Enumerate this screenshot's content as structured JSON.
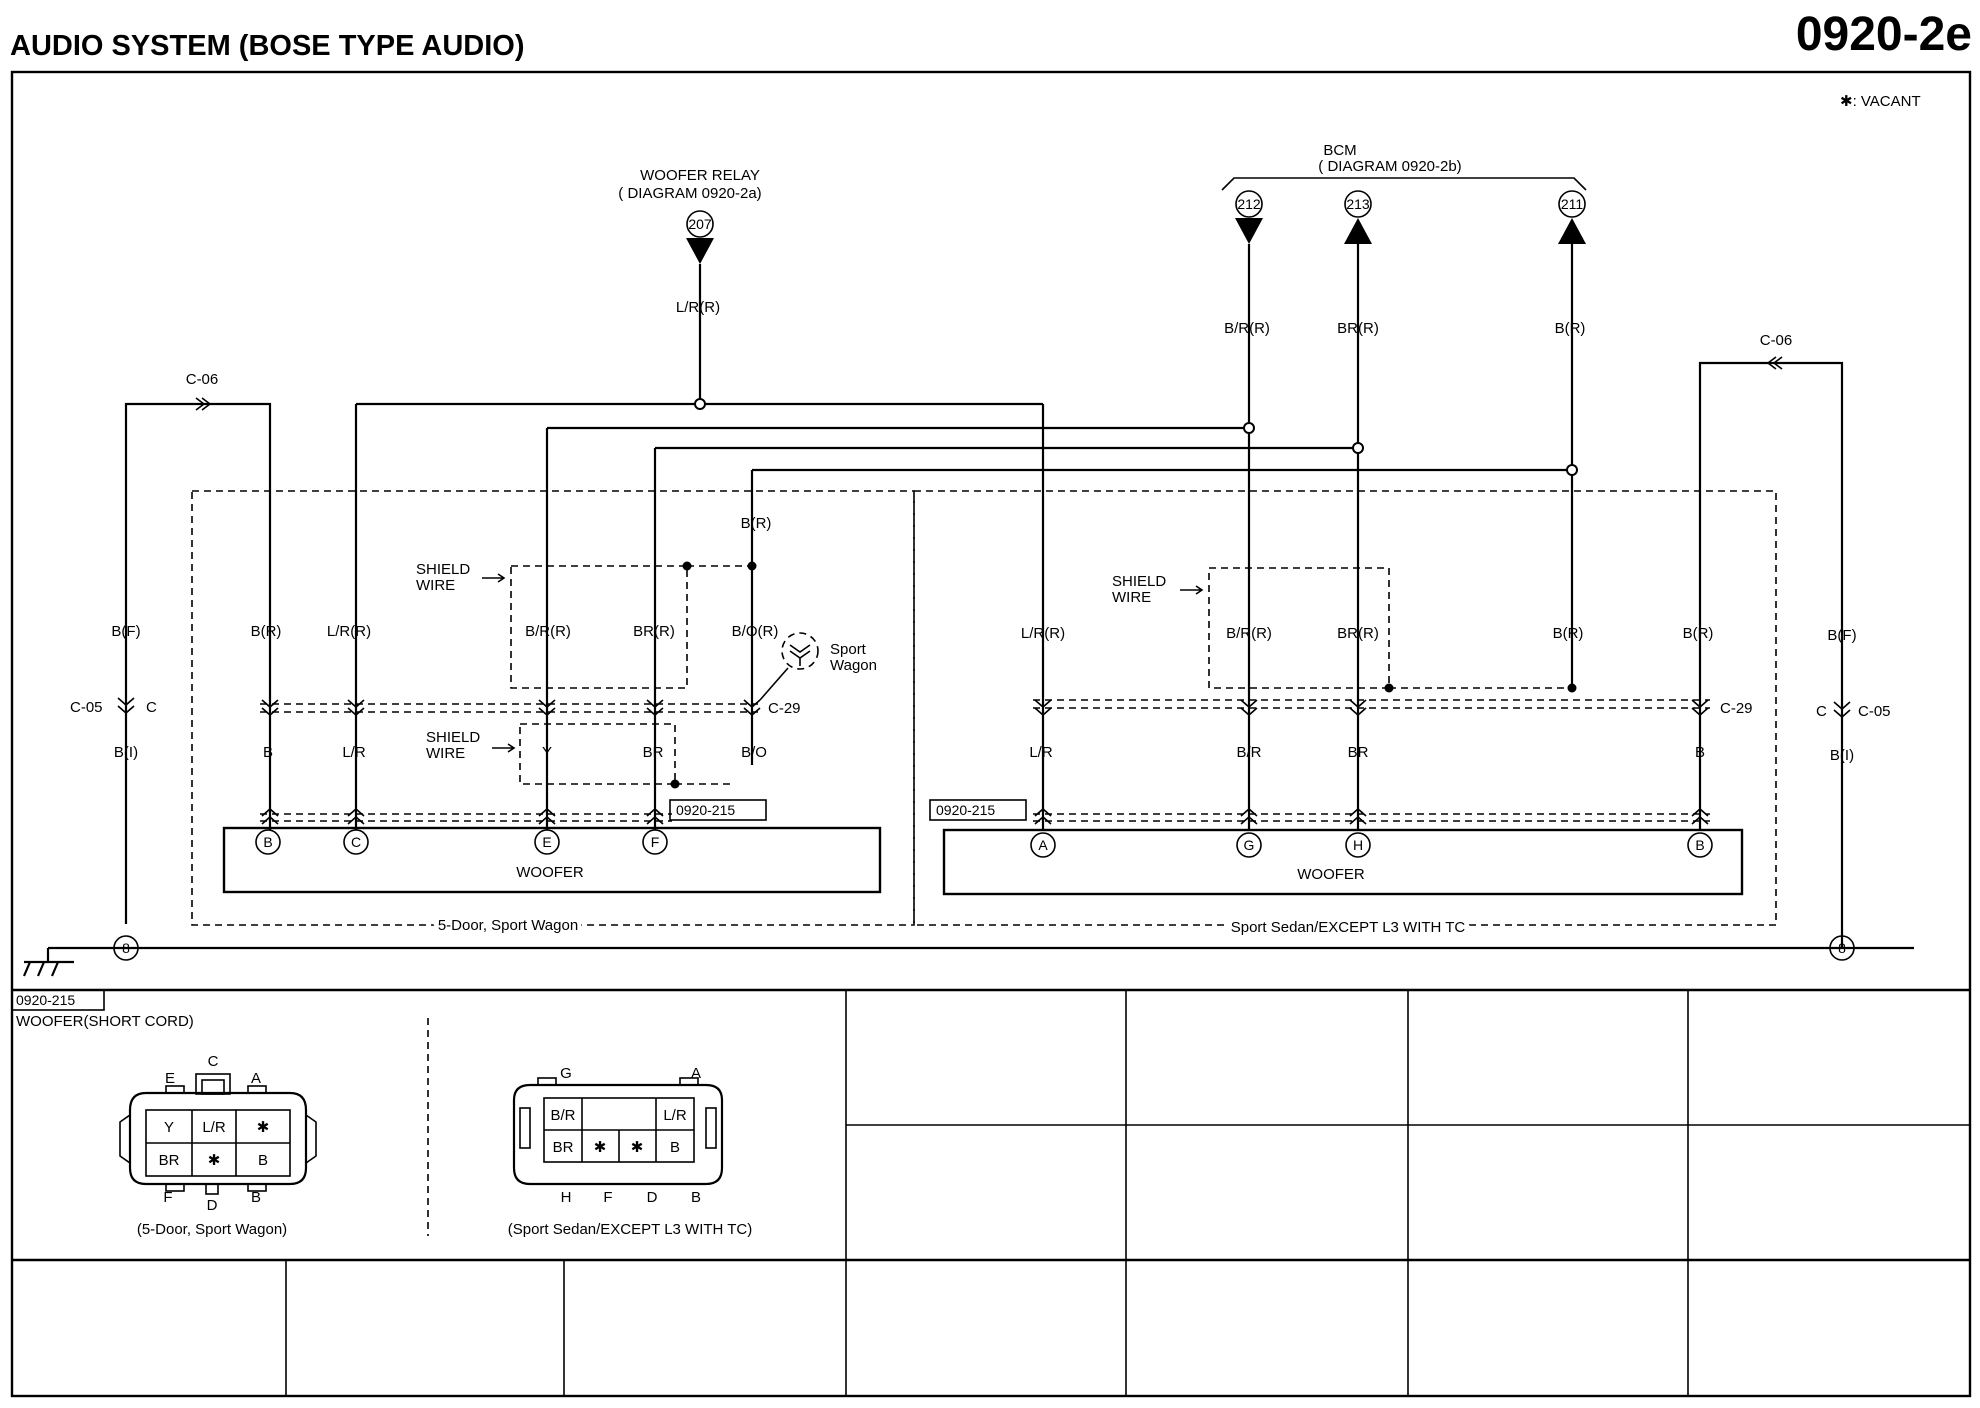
{
  "title": "AUDIO SYSTEM (BOSE TYPE AUDIO)",
  "page_code": "0920-2e",
  "vacant_note": "✱: VACANT",
  "woofer_relay": {
    "name": "WOOFER RELAY",
    "ref": "( DIAGRAM 0920-2a)",
    "terminal": "207"
  },
  "bcm": {
    "name": "BCM",
    "ref": "( DIAGRAM 0920-2b)",
    "terminals": [
      "212",
      "213",
      "211"
    ]
  },
  "connectors": {
    "c06": "C-06",
    "c05": "C-05",
    "c29": "C-29",
    "c": "C"
  },
  "ground_terminal": "8",
  "shield_wire": [
    "SHIELD",
    "WIRE"
  ],
  "sport_wagon": [
    "Sport",
    "Wagon"
  ],
  "wire_colors_upper": {
    "lr_relay": "L/R(R)",
    "bf": "B(F)",
    "br": "B(R)",
    "lrr": "L/R(R)",
    "brr": "B/R(R)",
    "brr2": "BR(R)",
    "bor": "B/O(R)",
    "bi": "B(I)"
  },
  "wire_colors_lower": {
    "b": "B",
    "lr": "L/R",
    "y": "Y",
    "brn": "BR",
    "bo": "B/O",
    "bslr": "B/R"
  },
  "left_woofer": {
    "ref": "0920-215",
    "label": "WOOFER",
    "pins": [
      "B",
      "C",
      "E",
      "F"
    ]
  },
  "right_woofer": {
    "ref": "0920-215",
    "label": "WOOFER",
    "pins": [
      "A",
      "G",
      "H",
      "B"
    ]
  },
  "regions": {
    "left": "5-Door, Sport Wagon",
    "right": "Sport Sedan/EXCEPT L3 WITH TC"
  },
  "legend": {
    "ref": "0920-215",
    "name": "WOOFER(SHORT CORD)",
    "left": {
      "caption": "(5-Door, Sport Wagon)",
      "top_letters": [
        "E",
        "C",
        "A"
      ],
      "bottom_letters": [
        "F",
        "D",
        "B"
      ],
      "row1": [
        "Y",
        "L/R",
        "✱"
      ],
      "row2": [
        "BR",
        "✱",
        "B"
      ]
    },
    "right": {
      "caption": "(Sport Sedan/EXCEPT L3 WITH TC)",
      "top_letters": [
        "G",
        "A"
      ],
      "bottom_letters": [
        "H",
        "F",
        "D",
        "B"
      ],
      "row1": [
        "B/R",
        "L/R"
      ],
      "row2": [
        "BR",
        "✱",
        "✱",
        "B"
      ]
    }
  }
}
